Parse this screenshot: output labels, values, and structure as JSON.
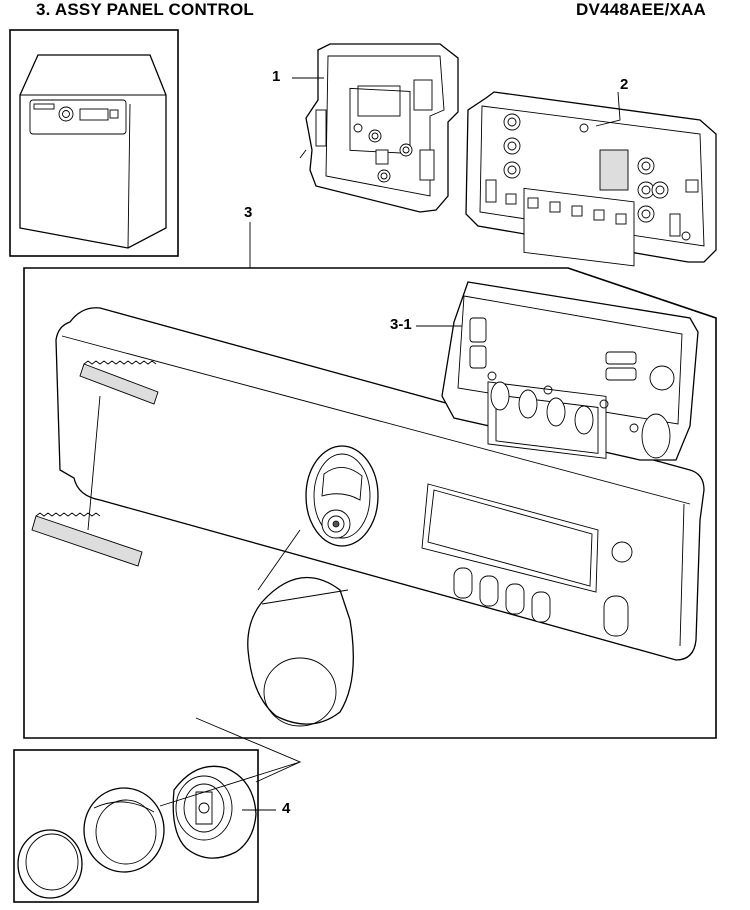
{
  "header": {
    "section_title": "3. ASSY PANEL CONTROL",
    "model_number": "DV448AEE/XAA"
  },
  "callouts": {
    "part_1": "1",
    "part_2": "2",
    "part_3": "3",
    "part_3_1": "3-1",
    "part_4": "4"
  }
}
